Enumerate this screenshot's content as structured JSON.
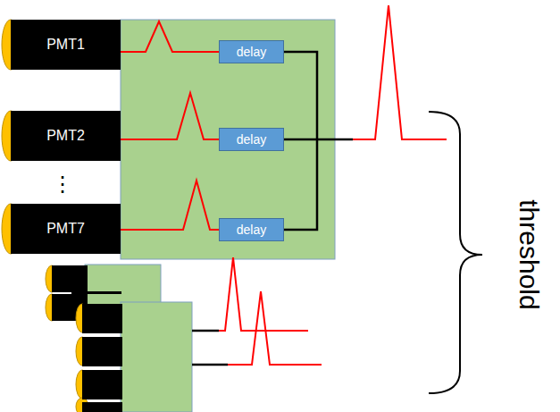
{
  "diagram": {
    "nodes": [
      {
        "text": [
          "PMT1"
        ]
      },
      {
        "text": [
          "PMT2"
        ]
      },
      {
        "text": [
          "PMT7"
        ]
      },
      {
        "text": [
          "delay"
        ]
      },
      {
        "text": [
          "delay"
        ]
      },
      {
        "text": [
          "delay"
        ]
      }
    ],
    "edges": [
      {
        "from": 0,
        "to": 3,
        "arrow": "none"
      },
      {
        "from": 1,
        "to": 4,
        "arrow": "none"
      },
      {
        "from": 2,
        "to": 5,
        "arrow": "none"
      }
    ],
    "labels": [
      "⋮",
      "threshold"
    ]
  }
}
